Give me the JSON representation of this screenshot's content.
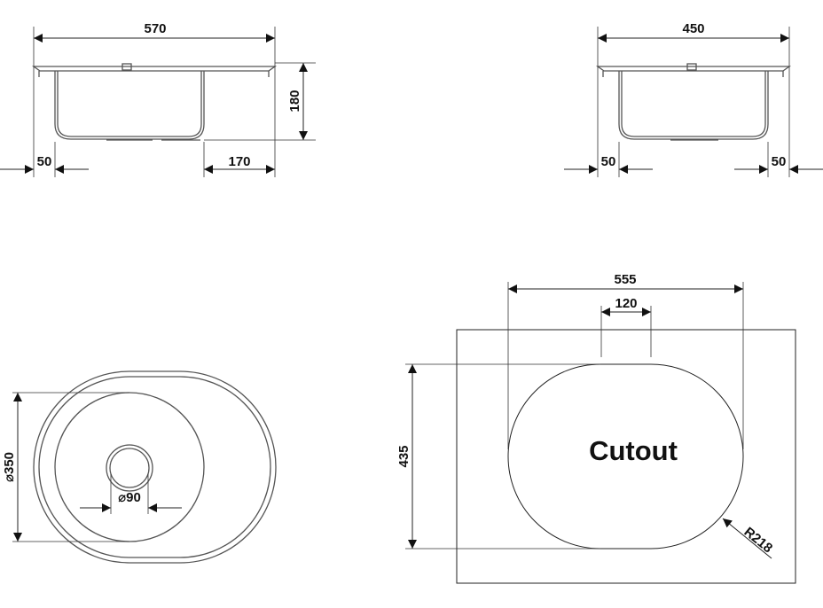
{
  "drawing": {
    "front_view": {
      "width_label": "570",
      "height_label": "180",
      "left_offset_label": "50",
      "right_offset_label": "170"
    },
    "side_view": {
      "width_label": "450",
      "left_offset_label": "50",
      "right_offset_label": "50"
    },
    "top_view": {
      "bowl_diameter_label": "⌀350",
      "drain_diameter_label": "⌀90"
    },
    "cutout_view": {
      "title": "Cutout",
      "width_label": "555",
      "depth_label": "435",
      "offset_label": "120",
      "radius_label": "R218"
    }
  }
}
